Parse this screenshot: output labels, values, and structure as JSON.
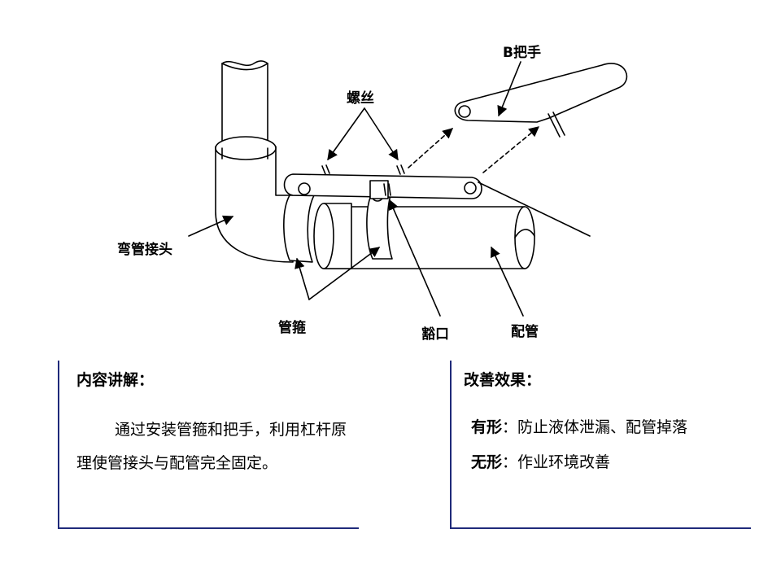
{
  "diagram": {
    "labels": {
      "b_handle": "B把手",
      "screw": "螺丝",
      "elbow": "弯管接头",
      "clamp": "管箍",
      "notch": "豁口",
      "pipe": "配管"
    }
  },
  "explanation": {
    "heading": "内容讲解：",
    "body": "通过安装管箍和把手，利用杠杆原理使管接头与配管完全固定。"
  },
  "improvement": {
    "heading": "改善效果：",
    "tangible_label": "有形",
    "tangible_value": "：防止液体泄漏、配管掉落",
    "intangible_label": "无形",
    "intangible_value": "：作业环境改善"
  },
  "colors": {
    "panel_border": "#1f2a7a",
    "line": "#000000"
  }
}
